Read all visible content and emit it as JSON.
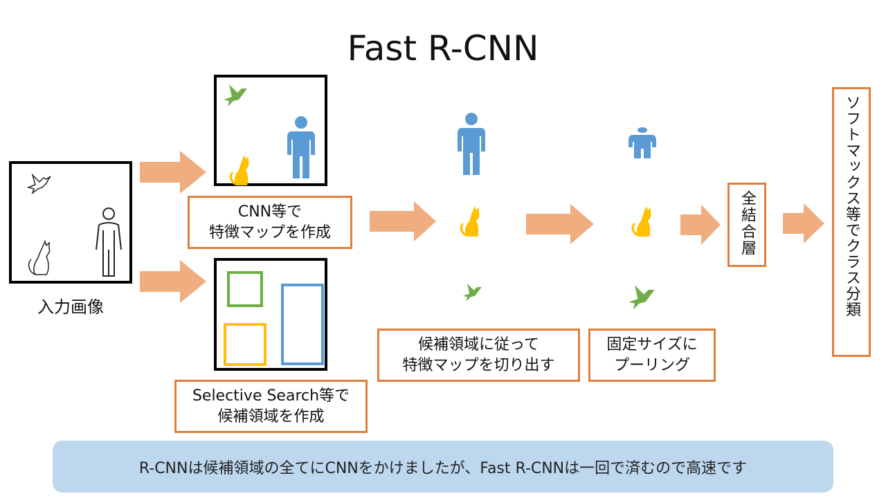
{
  "title": "Fast R-CNN",
  "colors": {
    "arrow": "#f0ad7f",
    "label_border": "#e07f3a",
    "person": "#5b9bd5",
    "cat": "#ffc000",
    "bird": "#70ad47",
    "note_bg": "#bdd7ee"
  },
  "input_image": {
    "caption": "入力画像",
    "icons": [
      "bird-outline-icon",
      "cat-outline-icon",
      "person-outline-icon"
    ]
  },
  "feature_map": {
    "label_line1": "CNN等で",
    "label_line2": "特徴マップを作成",
    "icons": [
      "bird-icon",
      "cat-icon",
      "person-icon"
    ]
  },
  "region_proposals": {
    "label_line1": "Selective Search等で",
    "label_line2": "候補領域を作成",
    "boxes": [
      "green",
      "yellow",
      "blue"
    ]
  },
  "crop_step": {
    "label_line1": "候補領域に従って",
    "label_line2": "特徴マップを切り出す",
    "icons": [
      "person-icon",
      "cat-icon",
      "bird-icon"
    ]
  },
  "pooling_step": {
    "label_line1": "固定サイズに",
    "label_line2": "プーリング",
    "icons": [
      "person-icon",
      "cat-icon",
      "bird-icon"
    ]
  },
  "fc_layer": {
    "label": "全結合層"
  },
  "classifier": {
    "label": "ソフトマックス等でクラス分類"
  },
  "note": "R-CNNは候補領域の全てにCNNをかけましたが、Fast R-CNNは一回で済むので高速です"
}
